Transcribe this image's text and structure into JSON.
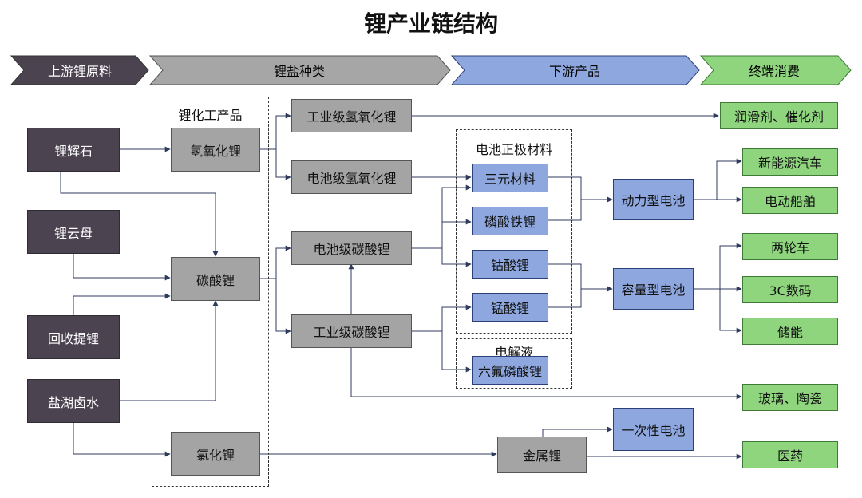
{
  "title": "锂产业链结构",
  "stages": [
    "上游锂原料",
    "锂盐种类",
    "下游产品",
    "终端消费"
  ],
  "groups": {
    "chem": "锂化工产品",
    "cathode": "电池正极材料",
    "electrolyte": "电解液"
  },
  "nodes": {
    "spodumene": "锂辉石",
    "lepidolite": "锂云母",
    "recycle": "回收提锂",
    "brine": "盐湖卤水",
    "hydroxide": "氢氧化锂",
    "carbonate": "碳酸锂",
    "chloride": "氯化锂",
    "ind_hydroxide": "工业级氢氧化锂",
    "bat_hydroxide": "电池级氢氧化锂",
    "bat_carbonate": "电池级碳酸锂",
    "ind_carbonate": "工业级碳酸锂",
    "ternary": "三元材料",
    "lfp": "磷酸铁锂",
    "lco": "钴酸锂",
    "lmo": "锰酸锂",
    "lipf6": "六氟磷酸锂",
    "power_battery": "动力型电池",
    "capacity_battery": "容量型电池",
    "lithium_metal": "金属锂",
    "primary_battery": "一次性电池",
    "lubricant": "润滑剂、催化剂",
    "nev": "新能源汽车",
    "e_ship": "电动船舶",
    "two_wheel": "两轮车",
    "3c": "3C数码",
    "storage": "储能",
    "glass": "玻璃、陶瓷",
    "medicine": "医药"
  }
}
